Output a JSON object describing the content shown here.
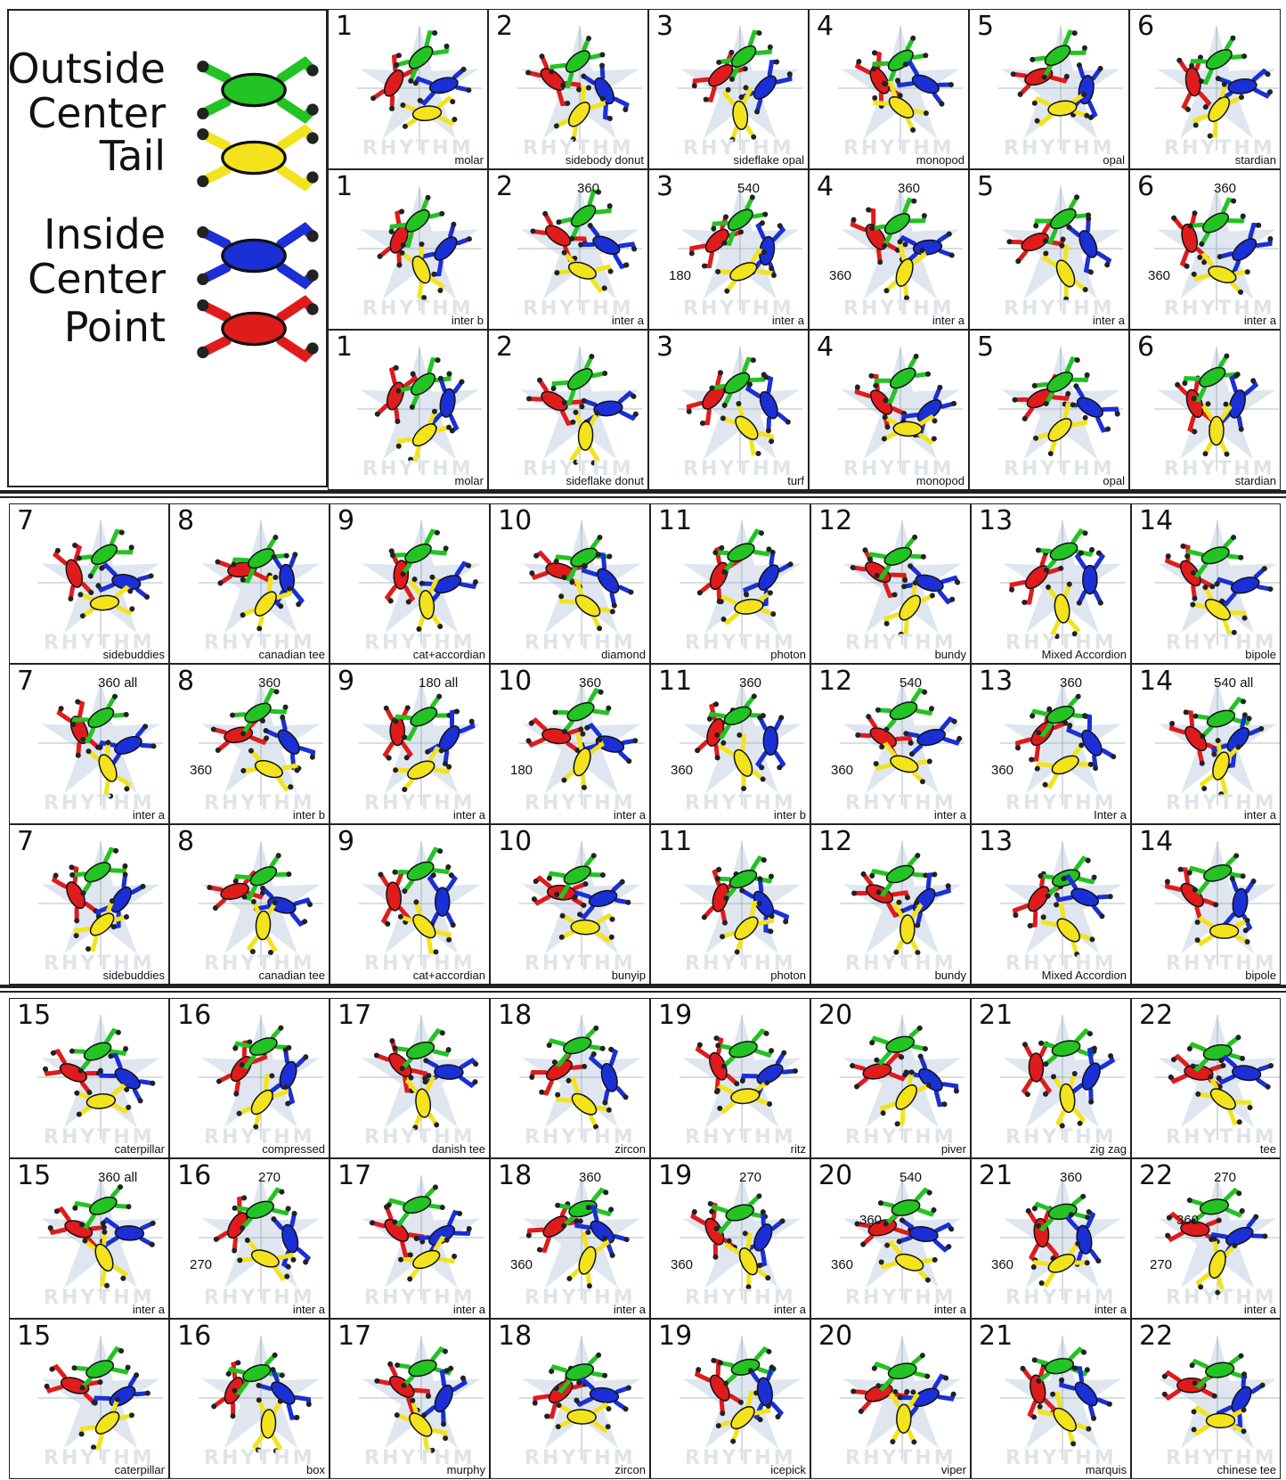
{
  "legend": {
    "items": [
      {
        "label_lines": [
          "Outside",
          "Center"
        ],
        "color": "#22c322"
      },
      {
        "label_lines": [
          "Tail"
        ],
        "color": "#f2e31d"
      },
      {
        "label_lines": [
          "Inside",
          "Center"
        ],
        "color": "#1a2fd6"
      },
      {
        "label_lines": [
          "Point"
        ],
        "color": "#e01b1b"
      }
    ]
  },
  "watermark": "RHYTHM",
  "sections": [
    {
      "rows": [
        {
          "cells": [
            {
              "num": "1",
              "name": "molar"
            },
            {
              "num": "2",
              "name": "sidebody donut"
            },
            {
              "num": "3",
              "name": "sideflake opal"
            },
            {
              "num": "4",
              "name": "monopod"
            },
            {
              "num": "5",
              "name": "opal"
            },
            {
              "num": "6",
              "name": "stardian"
            }
          ]
        },
        {
          "cells": [
            {
              "num": "1",
              "name": "inter b"
            },
            {
              "num": "2",
              "name": "inter a",
              "notes": [
                "360"
              ]
            },
            {
              "num": "3",
              "name": "inter a",
              "notes": [
                "540",
                "180"
              ]
            },
            {
              "num": "4",
              "name": "inter a",
              "notes": [
                "360",
                "360"
              ]
            },
            {
              "num": "5",
              "name": "inter a"
            },
            {
              "num": "6",
              "name": "inter a",
              "notes": [
                "360",
                "360"
              ]
            }
          ]
        },
        {
          "cells": [
            {
              "num": "1",
              "name": "molar"
            },
            {
              "num": "2",
              "name": "sideflake donut"
            },
            {
              "num": "3",
              "name": "turf"
            },
            {
              "num": "4",
              "name": "monopod"
            },
            {
              "num": "5",
              "name": "opal"
            },
            {
              "num": "6",
              "name": "stardian"
            }
          ]
        }
      ]
    },
    {
      "rows": [
        {
          "cells": [
            {
              "num": "7",
              "name": "sidebuddies"
            },
            {
              "num": "8",
              "name": "canadian tee"
            },
            {
              "num": "9",
              "name": "cat+accordian"
            },
            {
              "num": "10",
              "name": "diamond"
            },
            {
              "num": "11",
              "name": "photon"
            },
            {
              "num": "12",
              "name": "bundy"
            },
            {
              "num": "13",
              "name": "Mixed Accordion"
            },
            {
              "num": "14",
              "name": "bipole"
            }
          ]
        },
        {
          "cells": [
            {
              "num": "7",
              "name": "inter a",
              "notes": [
                "360 all"
              ]
            },
            {
              "num": "8",
              "name": "inter b",
              "notes": [
                "360",
                "360"
              ]
            },
            {
              "num": "9",
              "name": "inter a",
              "notes": [
                "180 all"
              ]
            },
            {
              "num": "10",
              "name": "inter a",
              "notes": [
                "360",
                "180"
              ]
            },
            {
              "num": "11",
              "name": "inter b",
              "notes": [
                "360",
                "360"
              ]
            },
            {
              "num": "12",
              "name": "inter a",
              "notes": [
                "540",
                "360"
              ]
            },
            {
              "num": "13",
              "name": "Inter a",
              "notes": [
                "360",
                "360"
              ]
            },
            {
              "num": "14",
              "name": "inter a",
              "notes": [
                "540 all"
              ]
            }
          ]
        },
        {
          "cells": [
            {
              "num": "7",
              "name": "sidebuddies"
            },
            {
              "num": "8",
              "name": "canadian tee"
            },
            {
              "num": "9",
              "name": "cat+accordian"
            },
            {
              "num": "10",
              "name": "bunyip"
            },
            {
              "num": "11",
              "name": "photon"
            },
            {
              "num": "12",
              "name": "bundy"
            },
            {
              "num": "13",
              "name": "Mixed Accordion"
            },
            {
              "num": "14",
              "name": "bipole"
            }
          ]
        }
      ]
    },
    {
      "rows": [
        {
          "cells": [
            {
              "num": "15",
              "name": "caterpillar"
            },
            {
              "num": "16",
              "name": "compressed"
            },
            {
              "num": "17",
              "name": "danish tee"
            },
            {
              "num": "18",
              "name": "zircon"
            },
            {
              "num": "19",
              "name": "ritz"
            },
            {
              "num": "20",
              "name": "piver"
            },
            {
              "num": "21",
              "name": "zig zag"
            },
            {
              "num": "22",
              "name": "tee"
            }
          ]
        },
        {
          "cells": [
            {
              "num": "15",
              "name": "inter a",
              "notes": [
                "360 all"
              ]
            },
            {
              "num": "16",
              "name": "inter a",
              "notes": [
                "270",
                "270"
              ]
            },
            {
              "num": "17",
              "name": "inter a"
            },
            {
              "num": "18",
              "name": "inter a",
              "notes": [
                "360",
                "360"
              ]
            },
            {
              "num": "19",
              "name": "inter a",
              "notes": [
                "270",
                "360"
              ]
            },
            {
              "num": "20",
              "name": "inter a",
              "notes": [
                "540",
                "360",
                "360"
              ]
            },
            {
              "num": "21",
              "name": "inter a",
              "notes": [
                "360",
                "360"
              ]
            },
            {
              "num": "22",
              "name": "inter a",
              "notes": [
                "270",
                "270",
                "360"
              ]
            }
          ]
        },
        {
          "cells": [
            {
              "num": "15",
              "name": "caterpillar"
            },
            {
              "num": "16",
              "name": "box"
            },
            {
              "num": "17",
              "name": "murphy"
            },
            {
              "num": "18",
              "name": "zircon"
            },
            {
              "num": "19",
              "name": "icepick"
            },
            {
              "num": "20",
              "name": "viper"
            },
            {
              "num": "21",
              "name": "marquis"
            },
            {
              "num": "22",
              "name": "chinese tee"
            }
          ]
        }
      ]
    }
  ]
}
